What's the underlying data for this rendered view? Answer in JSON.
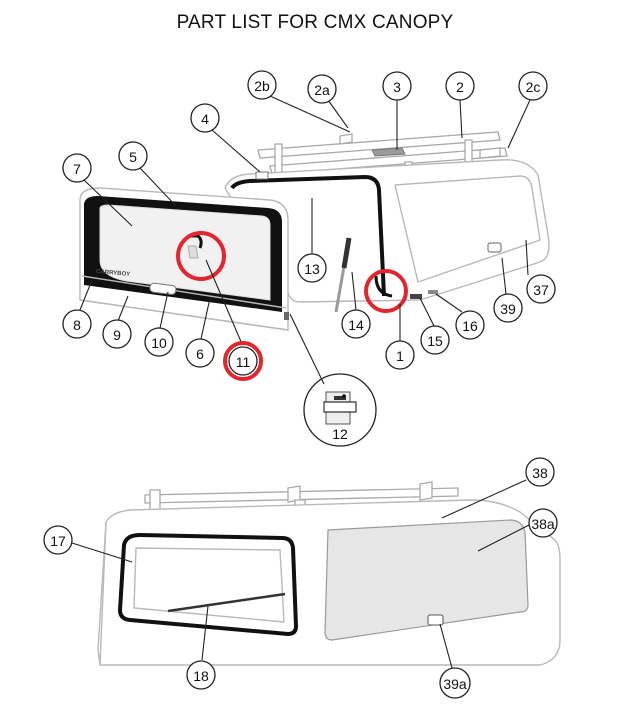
{
  "title": "PART LIST FOR CMX CANOPY",
  "brand_mark": "CARRYBOY",
  "colors": {
    "highlight": "#e3262e",
    "seal": "#111111",
    "outline": "#b9b9b9",
    "glass": "#e6e6e6"
  },
  "callouts": [
    {
      "id": "2b",
      "label": "2b"
    },
    {
      "id": "2a",
      "label": "2a"
    },
    {
      "id": "3",
      "label": "3"
    },
    {
      "id": "2",
      "label": "2"
    },
    {
      "id": "2c",
      "label": "2c"
    },
    {
      "id": "4",
      "label": "4"
    },
    {
      "id": "7",
      "label": "7"
    },
    {
      "id": "5",
      "label": "5"
    },
    {
      "id": "13",
      "label": "13"
    },
    {
      "id": "37",
      "label": "37"
    },
    {
      "id": "39",
      "label": "39"
    },
    {
      "id": "8",
      "label": "8"
    },
    {
      "id": "9",
      "label": "9"
    },
    {
      "id": "10",
      "label": "10"
    },
    {
      "id": "6",
      "label": "6"
    },
    {
      "id": "11",
      "label": "11",
      "highlighted": true
    },
    {
      "id": "14",
      "label": "14"
    },
    {
      "id": "1",
      "label": "1"
    },
    {
      "id": "15",
      "label": "15"
    },
    {
      "id": "16",
      "label": "16"
    },
    {
      "id": "12",
      "label": "12"
    },
    {
      "id": "38",
      "label": "38"
    },
    {
      "id": "38a",
      "label": "38a"
    },
    {
      "id": "17",
      "label": "17"
    },
    {
      "id": "18",
      "label": "18"
    },
    {
      "id": "39a",
      "label": "39a"
    }
  ]
}
